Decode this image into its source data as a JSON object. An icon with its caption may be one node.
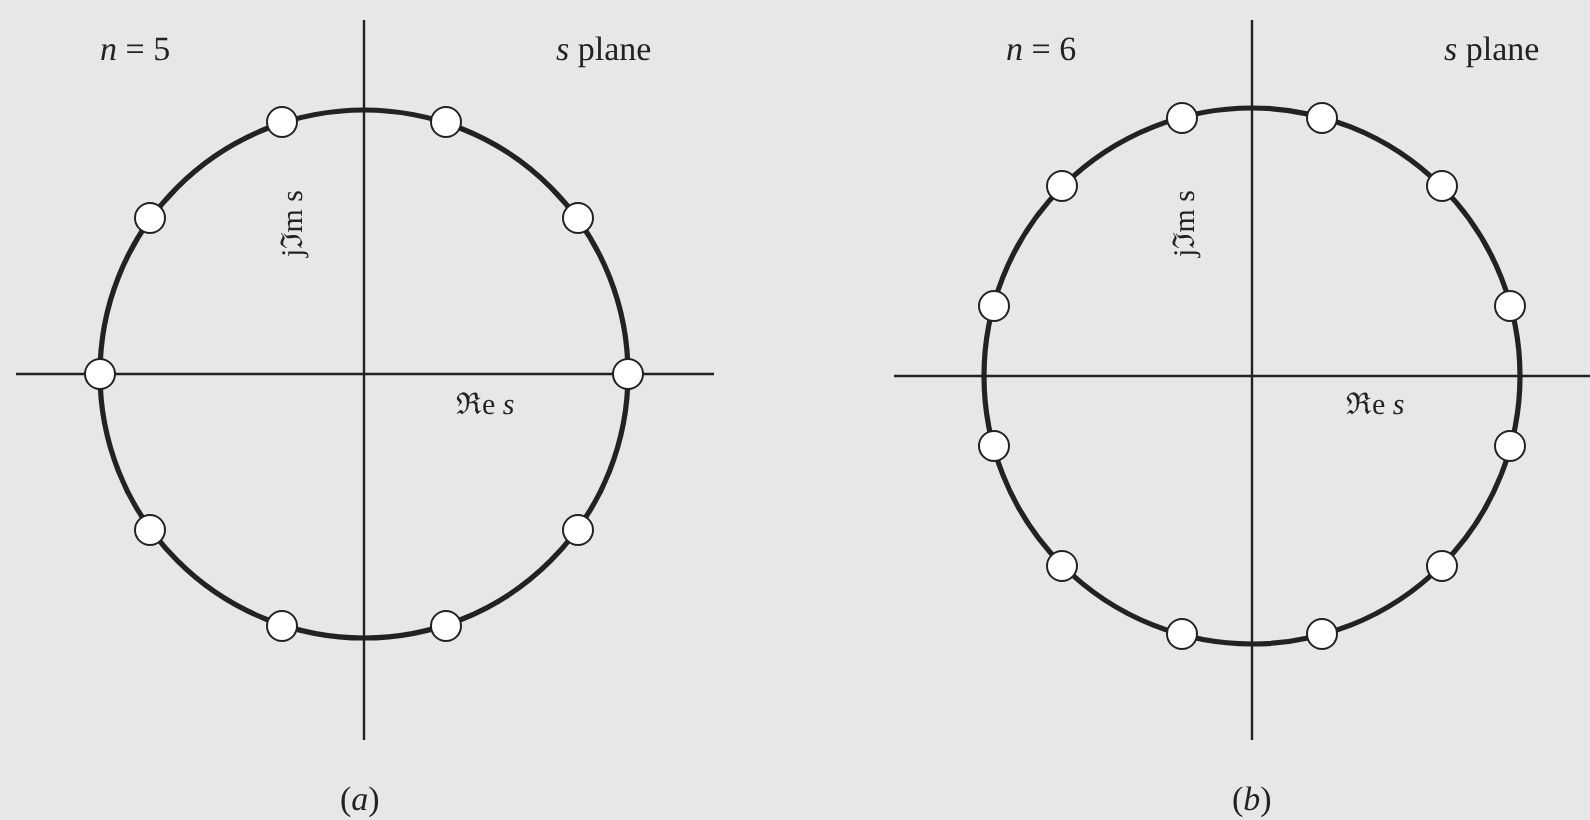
{
  "diagram": {
    "nodes": [
      {
        "text": [],
        "shape": "circle"
      },
      {
        "text": [],
        "shape": "circle"
      },
      {
        "text": [],
        "shape": "circle"
      },
      {
        "text": [],
        "shape": "circle"
      },
      {
        "text": [],
        "shape": "circle"
      },
      {
        "text": [],
        "shape": "circle"
      },
      {
        "text": [],
        "shape": "circle"
      },
      {
        "text": [],
        "shape": "circle"
      },
      {
        "text": [],
        "shape": "circle"
      },
      {
        "text": [],
        "shape": "circle"
      },
      {
        "text": [],
        "shape": "circle"
      },
      {
        "text": [],
        "shape": "circle"
      },
      {
        "text": [],
        "shape": "circle"
      },
      {
        "text": [],
        "shape": "circle"
      },
      {
        "text": [],
        "shape": "circle"
      },
      {
        "text": [],
        "shape": "circle"
      },
      {
        "text": [],
        "shape": "circle"
      },
      {
        "text": [],
        "shape": "circle"
      },
      {
        "text": [],
        "shape": "circle"
      },
      {
        "text": [],
        "shape": "circle"
      },
      {
        "text": [],
        "shape": "circle"
      },
      {
        "text": [],
        "shape": "circle"
      }
    ],
    "labels": [
      "*n* = 5",
      "*s* plane",
      "jℑm s",
      "ℜe *s*",
      "(*a*)",
      "*n* = 6",
      "*s* plane",
      "jℑm s",
      "ℜe *s*",
      "(*b*)"
    ]
  }
}
